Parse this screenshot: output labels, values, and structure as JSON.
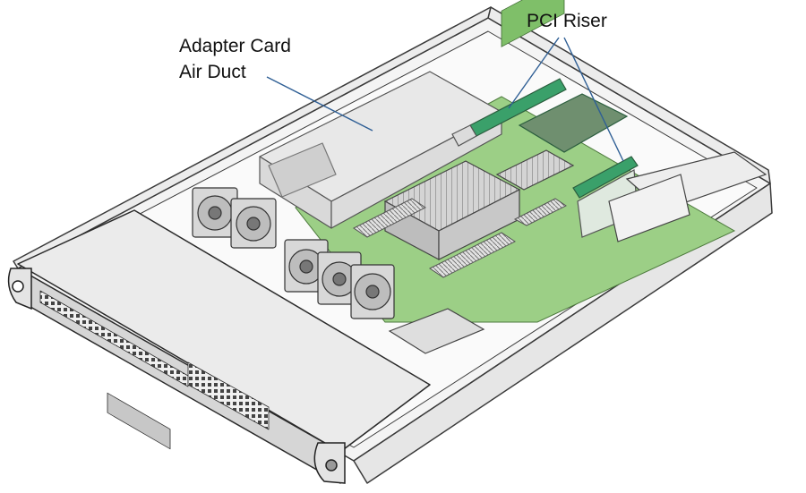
{
  "callouts": {
    "adapter_card_air_duct": {
      "line1": "Adapter Card",
      "line2": "Air Duct"
    },
    "pci_riser": "PCI Riser"
  },
  "colors": {
    "chassis_outline": "#3a3a3a",
    "chassis_fill": "#f4f4f4",
    "air_duct": "#e8e8e8",
    "motherboard": "#9ccf86",
    "riser_card": "#3aa06a",
    "heatsink": "#c9c9c9",
    "leader_line": "#2f5f95"
  },
  "icons": [
    "fan-icon",
    "heatsink-icon",
    "drive-bay-icon",
    "riser-card-icon"
  ]
}
